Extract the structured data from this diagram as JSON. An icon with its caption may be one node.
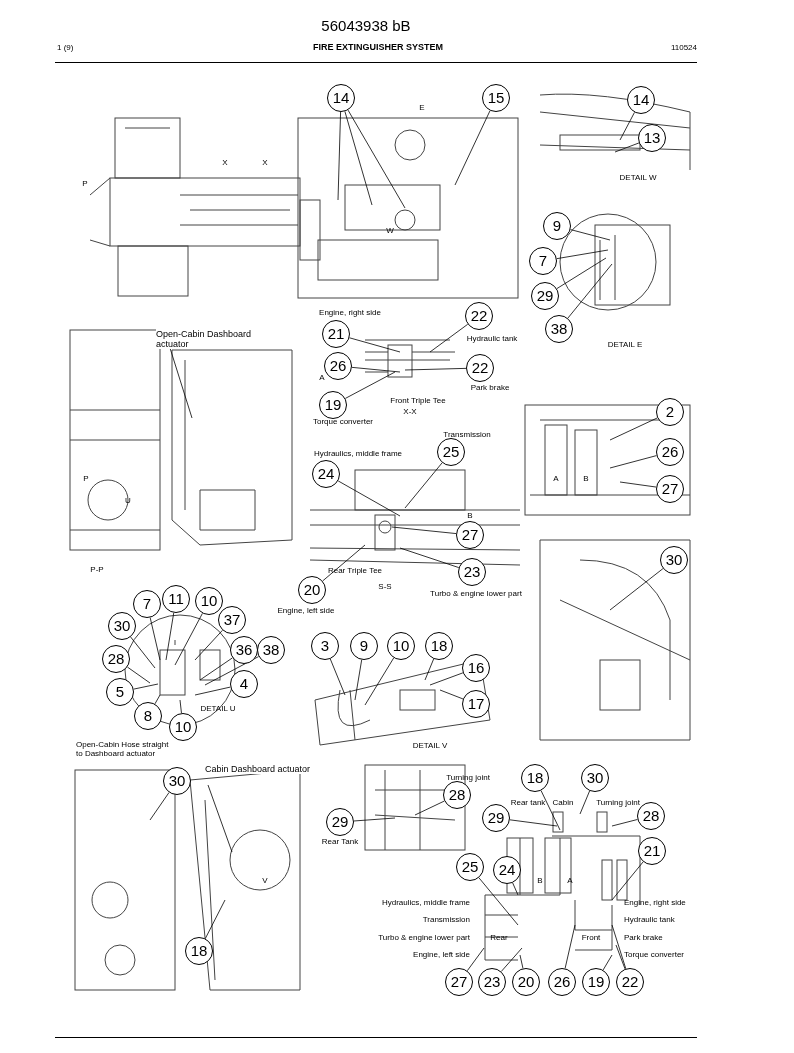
{
  "diagram": {
    "title": "FIRE EXTINGUISHER SYSTEM",
    "nodes": [
      {
        "text": [
          "14"
        ]
      },
      {
        "text": [
          "15"
        ]
      },
      {
        "text": [
          "14"
        ]
      },
      {
        "text": [
          "13"
        ]
      },
      {
        "text": [
          "9"
        ]
      },
      {
        "text": [
          "7"
        ]
      },
      {
        "text": [
          "29"
        ]
      },
      {
        "text": [
          "38"
        ]
      },
      {
        "text": [
          "21"
        ]
      },
      {
        "text": [
          "22"
        ]
      },
      {
        "text": [
          "26"
        ]
      },
      {
        "text": [
          "22"
        ]
      },
      {
        "text": [
          "19"
        ]
      },
      {
        "text": [
          "Open-Cabin Dashboard actuator"
        ]
      },
      {
        "text": [
          "25"
        ]
      },
      {
        "text": [
          "24"
        ]
      },
      {
        "text": [
          "27"
        ]
      },
      {
        "text": [
          "20"
        ]
      },
      {
        "text": [
          "23"
        ]
      },
      {
        "text": [
          "2"
        ]
      },
      {
        "text": [
          "26"
        ]
      },
      {
        "text": [
          "27"
        ]
      },
      {
        "text": [
          "30"
        ]
      },
      {
        "text": [
          "7"
        ]
      },
      {
        "text": [
          "11"
        ]
      },
      {
        "text": [
          "10"
        ]
      },
      {
        "text": [
          "30"
        ]
      },
      {
        "text": [
          "37"
        ]
      },
      {
        "text": [
          "36"
        ]
      },
      {
        "text": [
          "38"
        ]
      },
      {
        "text": [
          "28"
        ]
      },
      {
        "text": [
          "5"
        ]
      },
      {
        "text": [
          "4"
        ]
      },
      {
        "text": [
          "8"
        ]
      },
      {
        "text": [
          "10"
        ]
      },
      {
        "text": [
          "3"
        ]
      },
      {
        "text": [
          "9"
        ]
      },
      {
        "text": [
          "10"
        ]
      },
      {
        "text": [
          "18"
        ]
      },
      {
        "text": [
          "16"
        ]
      },
      {
        "text": [
          "17"
        ]
      },
      {
        "text": [
          "30"
        ]
      },
      {
        "text": [
          "Cabin Dashboard actuator"
        ]
      },
      {
        "text": [
          "18"
        ]
      },
      {
        "text": [
          "28"
        ]
      },
      {
        "text": [
          "29"
        ]
      },
      {
        "text": [
          "18"
        ]
      },
      {
        "text": [
          "30"
        ]
      },
      {
        "text": [
          "29"
        ]
      },
      {
        "text": [
          "28"
        ]
      },
      {
        "text": [
          "21"
        ]
      },
      {
        "text": [
          "25"
        ]
      },
      {
        "text": [
          "24"
        ]
      },
      {
        "text": [
          "27"
        ]
      },
      {
        "text": [
          "23"
        ]
      },
      {
        "text": [
          "20"
        ]
      },
      {
        "text": [
          "26"
        ]
      },
      {
        "text": [
          "19"
        ]
      },
      {
        "text": [
          "22"
        ]
      }
    ],
    "edges": [
      {
        "from": 0,
        "to": null,
        "arrow": "none"
      },
      {
        "from": 0,
        "to": null,
        "arrow": "none"
      },
      {
        "from": 0,
        "to": null,
        "arrow": "none"
      },
      {
        "from": 1,
        "to": null,
        "arrow": "none"
      },
      {
        "from": 2,
        "to": null,
        "arrow": "none"
      },
      {
        "from": 3,
        "to": null,
        "arrow": "none"
      },
      {
        "from": 4,
        "to": null,
        "arrow": "none"
      },
      {
        "from": 5,
        "to": null,
        "arrow": "none"
      },
      {
        "from": 6,
        "to": null,
        "arrow": "none"
      },
      {
        "from": 7,
        "to": null,
        "arrow": "none"
      },
      {
        "from": 8,
        "to": null,
        "arrow": "none"
      },
      {
        "from": 9,
        "to": null,
        "arrow": "none"
      },
      {
        "from": 10,
        "to": null,
        "arrow": "none"
      },
      {
        "from": 11,
        "to": null,
        "arrow": "none"
      },
      {
        "from": 12,
        "to": null,
        "arrow": "none"
      },
      {
        "from": 13,
        "to": null,
        "arrow": "none"
      },
      {
        "from": 14,
        "to": null,
        "arrow": "none"
      },
      {
        "from": 15,
        "to": null,
        "arrow": "none"
      },
      {
        "from": 16,
        "to": null,
        "arrow": "none"
      },
      {
        "from": 17,
        "to": null,
        "arrow": "none"
      },
      {
        "from": 18,
        "to": null,
        "arrow": "none"
      },
      {
        "from": 19,
        "to": null,
        "arrow": "none"
      },
      {
        "from": 20,
        "to": null,
        "arrow": "none"
      },
      {
        "from": 21,
        "to": null,
        "arrow": "none"
      },
      {
        "from": 22,
        "to": null,
        "arrow": "none"
      },
      {
        "from": 23,
        "to": null,
        "arrow": "none"
      },
      {
        "from": 24,
        "to": null,
        "arrow": "none"
      },
      {
        "from": 25,
        "to": null,
        "arrow": "none"
      },
      {
        "from": 26,
        "to": null,
        "arrow": "none"
      },
      {
        "from": 27,
        "to": null,
        "arrow": "none"
      },
      {
        "from": 28,
        "to": null,
        "arrow": "none"
      },
      {
        "from": 29,
        "to": null,
        "arrow": "none"
      },
      {
        "from": 30,
        "to": null,
        "arrow": "none"
      },
      {
        "from": 31,
        "to": null,
        "arrow": "none"
      },
      {
        "from": 32,
        "to": null,
        "arrow": "none"
      },
      {
        "from": 33,
        "to": null,
        "arrow": "none"
      },
      {
        "from": 34,
        "to": null,
        "arrow": "none"
      },
      {
        "from": 35,
        "to": null,
        "arrow": "none"
      },
      {
        "from": 36,
        "to": null,
        "arrow": "none"
      },
      {
        "from": 37,
        "to": null,
        "arrow": "none"
      },
      {
        "from": 38,
        "to": null,
        "arrow": "none"
      },
      {
        "from": 39,
        "to": null,
        "arrow": "none"
      },
      {
        "from": 40,
        "to": null,
        "arrow": "none"
      },
      {
        "from": 41,
        "to": null,
        "arrow": "none"
      },
      {
        "from": 42,
        "to": null,
        "arrow": "none"
      },
      {
        "from": 43,
        "to": null,
        "arrow": "none"
      },
      {
        "from": 44,
        "to": null,
        "arrow": "none"
      },
      {
        "from": 45,
        "to": null,
        "arrow": "none"
      },
      {
        "from": 46,
        "to": null,
        "arrow": "none"
      },
      {
        "from": 47,
        "to": null,
        "arrow": "none"
      },
      {
        "from": 48,
        "to": null,
        "arrow": "none"
      },
      {
        "from": 49,
        "to": null,
        "arrow": "none"
      },
      {
        "from": 50,
        "to": null,
        "arrow": "none"
      },
      {
        "from": 51,
        "to": null,
        "arrow": "none"
      },
      {
        "from": 52,
        "to": null,
        "arrow": "none"
      },
      {
        "from": 53,
        "to": null,
        "arrow": "none"
      },
      {
        "from": 54,
        "to": null,
        "arrow": "none"
      },
      {
        "from": 55,
        "to": null,
        "arrow": "none"
      },
      {
        "from": 56,
        "to": null,
        "arrow": "none"
      },
      {
        "from": 57,
        "to": null,
        "arrow": "none"
      },
      {
        "from": 58,
        "to": null,
        "arrow": "none"
      },
      {
        "from": 58,
        "to": null,
        "arrow": "none"
      }
    ],
    "labels": [
      "56043938 bB",
      "1 (9)",
      "110524",
      "E",
      "X",
      "X",
      "P",
      "W",
      "DETAIL W",
      "DETAIL E",
      "Engine, right side",
      "Hydraulic tank",
      "A",
      "Park brake",
      "Front Triple Tee",
      "X-X",
      "Torque converter",
      "U",
      "P",
      "P-P",
      "Transmission",
      "Hydraulics, middle frame",
      "B",
      "A",
      "B",
      "Rear Triple Tee",
      "S-S",
      "Turbo & engine lower part",
      "Engine, left side",
      "DETAIL U",
      "DETAIL V",
      "Open-Cabin Hose straight to Dashboard actuator",
      "V",
      "Turning joint",
      "Rear Tank",
      "Rear tank",
      "Cabin",
      "Turning joint",
      "B",
      "A",
      "Hydraulics, middle frame",
      "Transmission",
      "Turbo & engine lower part",
      "Rear",
      "Engine, left side",
      "Engine, right side",
      "Hydraulic tank",
      "Front",
      "Park brake",
      "Torque converter"
    ]
  }
}
